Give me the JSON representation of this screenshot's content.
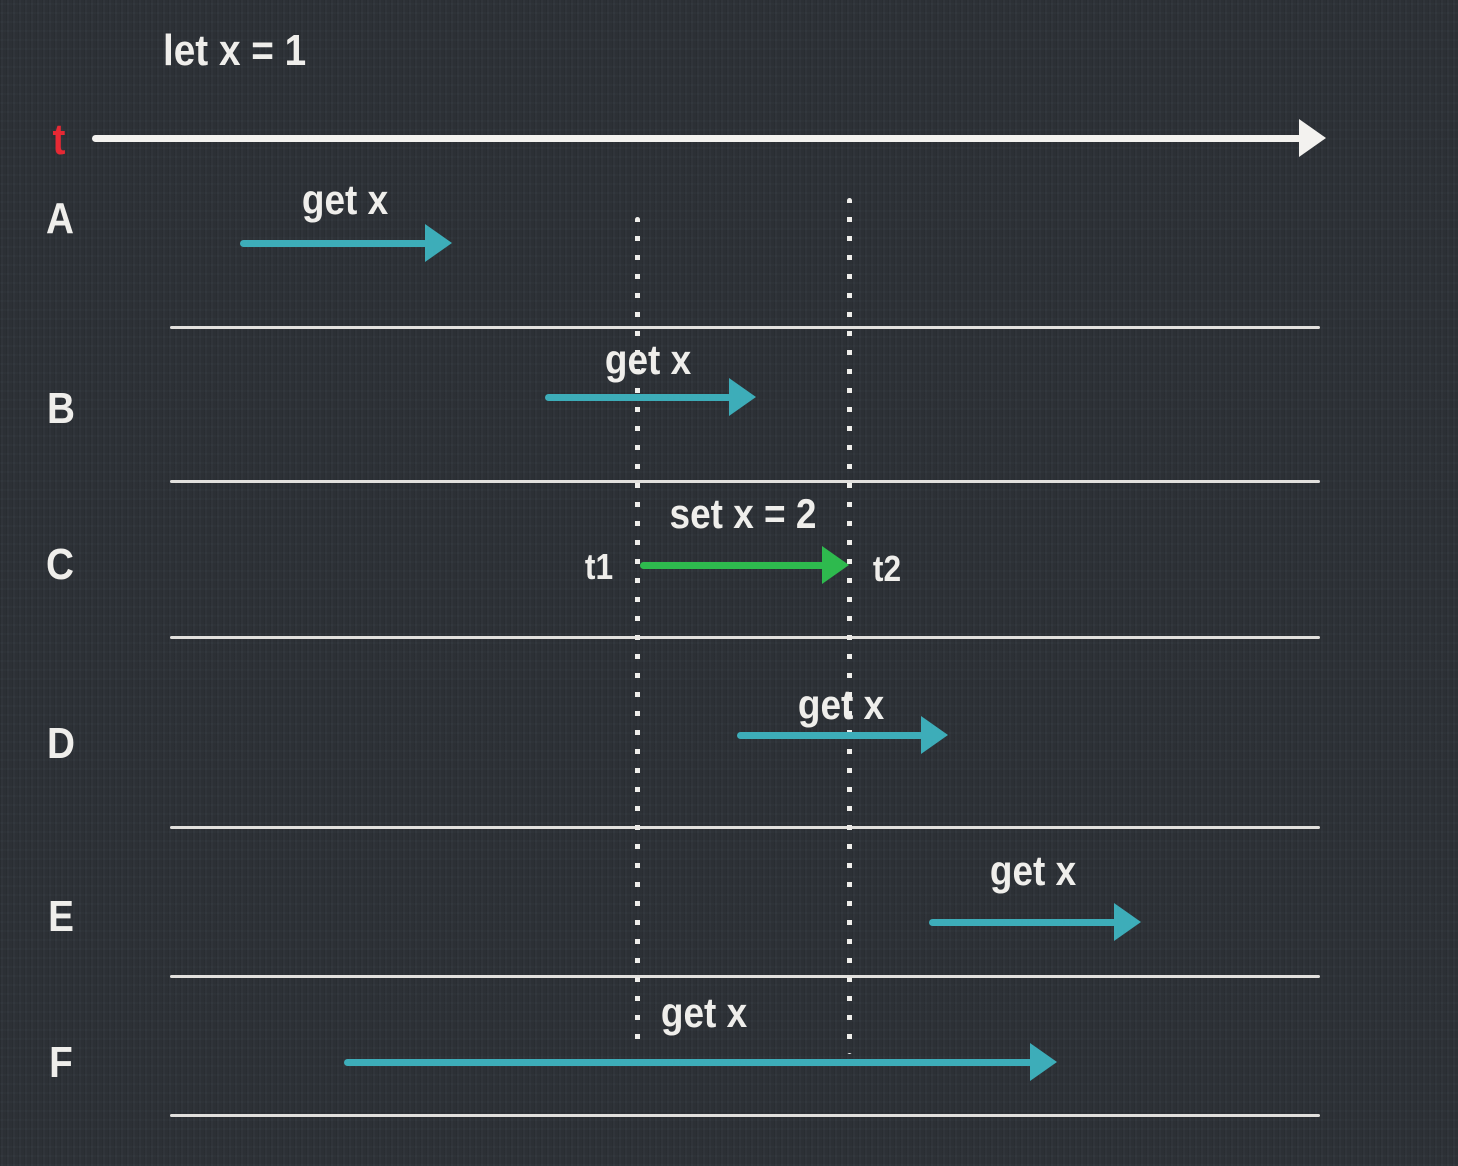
{
  "title": "let x = 1",
  "timeline": {
    "label": "t"
  },
  "markers": {
    "t1": "t1",
    "t2": "t2"
  },
  "colors": {
    "background": "#2f343a",
    "white_line": "#f0efec",
    "teal_arrow": "#3dadb9",
    "green_arrow": "#2eba4e",
    "red_t": "#e62934"
  },
  "lanes": [
    {
      "label": "A",
      "op": "get x",
      "arrow_color": "teal",
      "timing": "starts and ends before t1"
    },
    {
      "label": "B",
      "op": "get x",
      "arrow_color": "teal",
      "timing": "starts before t1, ends between t1 and t2"
    },
    {
      "label": "C",
      "op": "set x = 2",
      "arrow_color": "green",
      "timing": "runs from t1 to t2"
    },
    {
      "label": "D",
      "op": "get x",
      "arrow_color": "teal",
      "timing": "starts between t1 and t2, ends after t2"
    },
    {
      "label": "E",
      "op": "get x",
      "arrow_color": "teal",
      "timing": "starts and ends after t2"
    },
    {
      "label": "F",
      "op": "get x",
      "arrow_color": "teal",
      "timing": "starts before t1, ends after t2"
    }
  ]
}
